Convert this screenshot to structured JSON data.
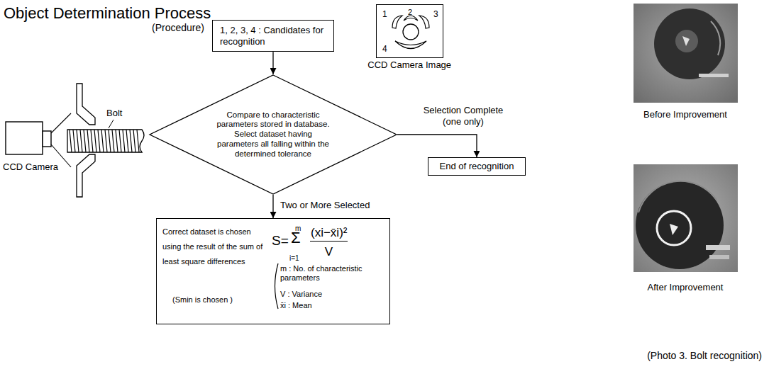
{
  "diagram": {
    "title": "Object Determination Process",
    "caption": "(Photo 3. Bolt recognition)",
    "nodes": [
      {
        "text": [
          "1, 2, 3, 4 : Candidates for recognition"
        ]
      },
      {
        "text": [
          "Compare to characteristic parameters stored in database. Select dataset having parameters all falling within the determined tolerance"
        ]
      },
      {
        "text": [
          "End of recognition"
        ]
      },
      {
        "text": [
          "Correct dataset is chosen using the result of the sum of least square differences",
          "(Smin is chosen )",
          "S=",
          "m",
          "Σ",
          "i=1",
          "(xi−x̄i)²",
          "V",
          "m : No. of characteristic parameters",
          "V : Variance",
          "x̄i : Mean"
        ]
      },
      {
        "text": [
          "1",
          "2",
          "3",
          "4",
          "CCD Camera Image"
        ]
      }
    ],
    "edges": [
      {
        "from": 0,
        "to": 1,
        "arrow": "to"
      },
      {
        "from": 1,
        "to": 2,
        "label": "Selection Complete (one only)",
        "arrow": "to"
      },
      {
        "from": 1,
        "to": 3,
        "label": "Two or More Selected",
        "arrow": "to"
      }
    ],
    "labels": [
      "(Procedure)",
      "CCD Camera",
      "Bolt",
      "Before Improvement",
      "After Improvement"
    ]
  }
}
